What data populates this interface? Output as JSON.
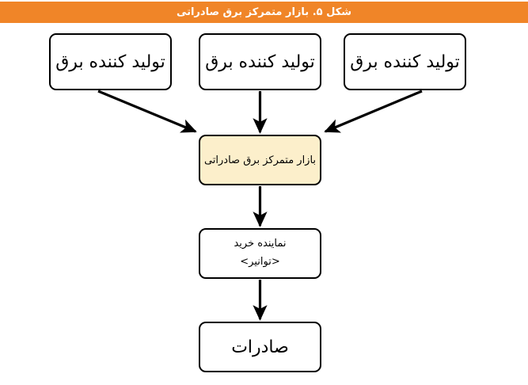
{
  "figure": {
    "title": "شکل ۵. بازار متمرکز برق صادراتی",
    "title_bar_color": "#F08528",
    "title_text_color": "#FFFFFF",
    "background_color": "#FFFFFF",
    "node_border_color": "#000000",
    "highlight_fill_color": "#FCEFCB"
  },
  "nodes": {
    "producer_right": {
      "label": "تولید کننده برق"
    },
    "producer_mid": {
      "label": "تولید کننده برق"
    },
    "producer_left": {
      "label": "تولید کننده برق"
    },
    "market": {
      "label": "بازار متمرکز برق صادراتی"
    },
    "agent": {
      "line1": "نماینده خرید",
      "line2": "<توانیر>"
    },
    "export": {
      "label": "صادرات"
    }
  },
  "connectors": [
    {
      "id": "producer-right-to-market",
      "from": "producer_right",
      "to": "market",
      "style": "diagonal-arrow"
    },
    {
      "id": "producer-mid-to-market",
      "from": "producer_mid",
      "to": "market",
      "style": "vertical-arrow"
    },
    {
      "id": "producer-left-to-market",
      "from": "producer_left",
      "to": "market",
      "style": "diagonal-arrow"
    },
    {
      "id": "market-to-agent",
      "from": "market",
      "to": "agent",
      "style": "vertical-arrow"
    },
    {
      "id": "agent-to-export",
      "from": "agent",
      "to": "export",
      "style": "vertical-arrow"
    }
  ]
}
